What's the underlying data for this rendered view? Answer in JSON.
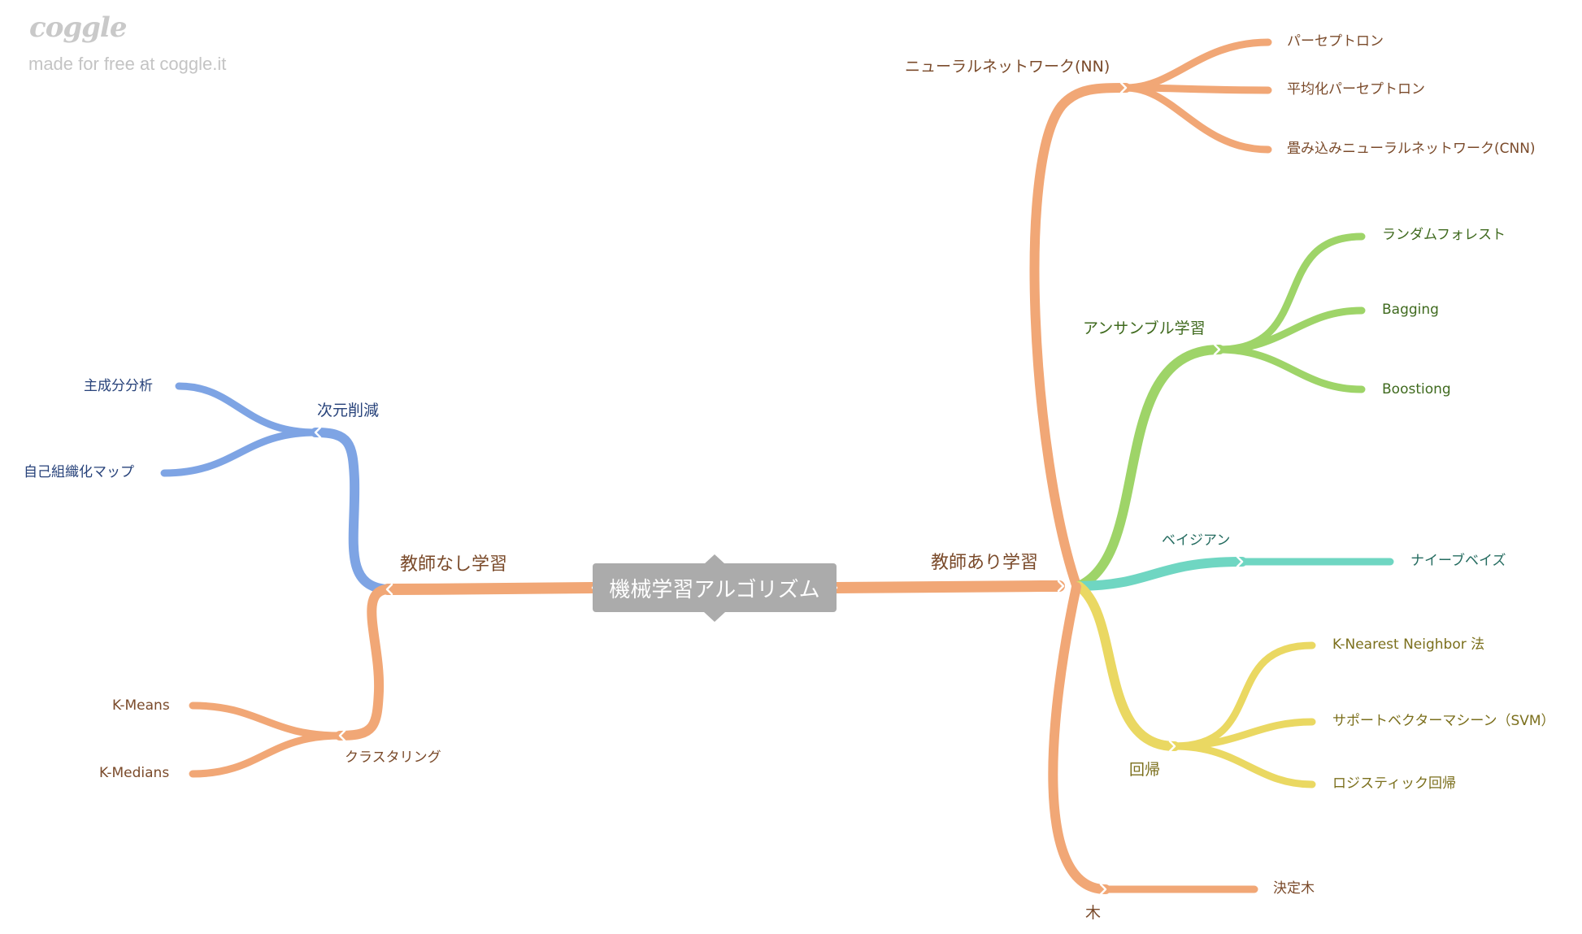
{
  "brand": {
    "logo": "coggle",
    "tagline": "made for free at coggle.it"
  },
  "colors": {
    "orange": "#f1a776",
    "blue": "#7ea4e4",
    "green": "#9ed468",
    "teal": "#6fd6c2",
    "yellow": "#ead862",
    "root_bg": "#ababab"
  },
  "root": {
    "label": "機械学習アルゴリズム"
  },
  "supervised": {
    "label": "教師あり学習",
    "nn": {
      "label": "ニューラルネットワーク(NN)",
      "children": [
        "パーセプトロン",
        "平均化パーセプトロン",
        "畳み込みニューラルネットワーク(CNN)"
      ]
    },
    "ensemble": {
      "label": "アンサンブル学習",
      "children": [
        "ランダムフォレスト",
        "Bagging",
        "Boostiong"
      ]
    },
    "bayes": {
      "label": "ベイジアン",
      "children": [
        "ナイーブベイズ"
      ]
    },
    "regression": {
      "label": "回帰",
      "children": [
        "K-Nearest Neighbor 法",
        "サポートベクターマシーン（SVM）",
        "ロジスティック回帰"
      ]
    },
    "tree": {
      "label": "木",
      "children": [
        "決定木"
      ]
    }
  },
  "unsupervised": {
    "label": "教師なし学習",
    "dimred": {
      "label": "次元削減",
      "children": [
        "主成分分析",
        "自己組織化マップ"
      ]
    },
    "clustering": {
      "label": "クラスタリング",
      "children": [
        "K-Means",
        "K-Medians"
      ]
    }
  }
}
